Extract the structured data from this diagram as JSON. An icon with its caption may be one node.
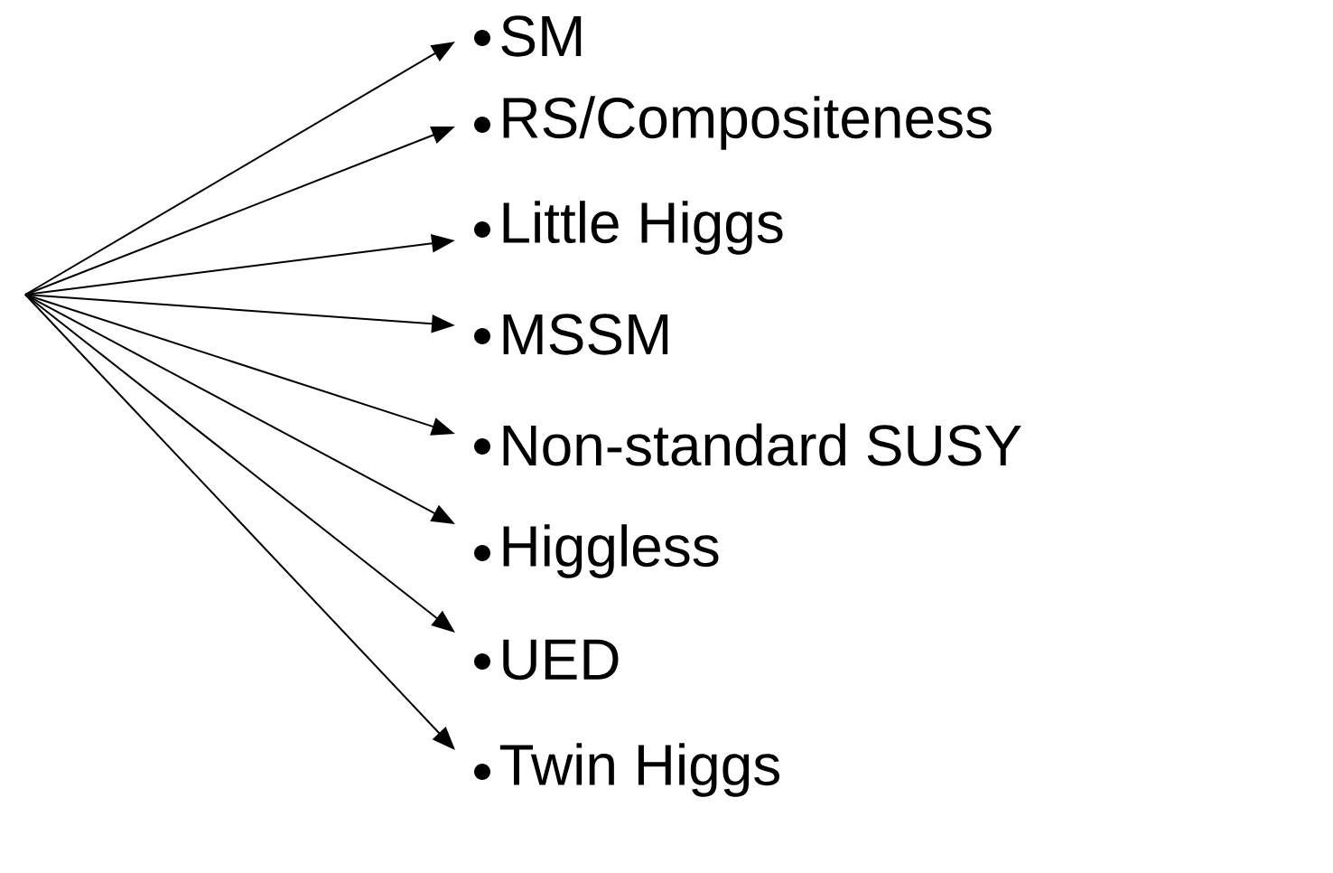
{
  "diagram": {
    "nodes": [
      {
        "text": [
          "SM"
        ]
      },
      {
        "text": [
          "RS/Compositeness"
        ]
      },
      {
        "text": [
          "Little Higgs"
        ]
      },
      {
        "text": [
          "MSSM"
        ]
      },
      {
        "text": [
          "Non-standard SUSY"
        ]
      },
      {
        "text": [
          "Higgless"
        ]
      },
      {
        "text": [
          "UED"
        ]
      },
      {
        "text": [
          "Twin Higgs"
        ]
      }
    ],
    "edges": [
      {
        "from": null,
        "to": 0,
        "arrow": "to"
      },
      {
        "from": null,
        "to": 1,
        "arrow": "to"
      },
      {
        "from": null,
        "to": 2,
        "arrow": "to"
      },
      {
        "from": null,
        "to": 3,
        "arrow": "to"
      },
      {
        "from": null,
        "to": 4,
        "arrow": "to"
      },
      {
        "from": null,
        "to": 5,
        "arrow": "to"
      },
      {
        "from": null,
        "to": 6,
        "arrow": "to"
      },
      {
        "from": null,
        "to": 7,
        "arrow": "to"
      }
    ]
  }
}
